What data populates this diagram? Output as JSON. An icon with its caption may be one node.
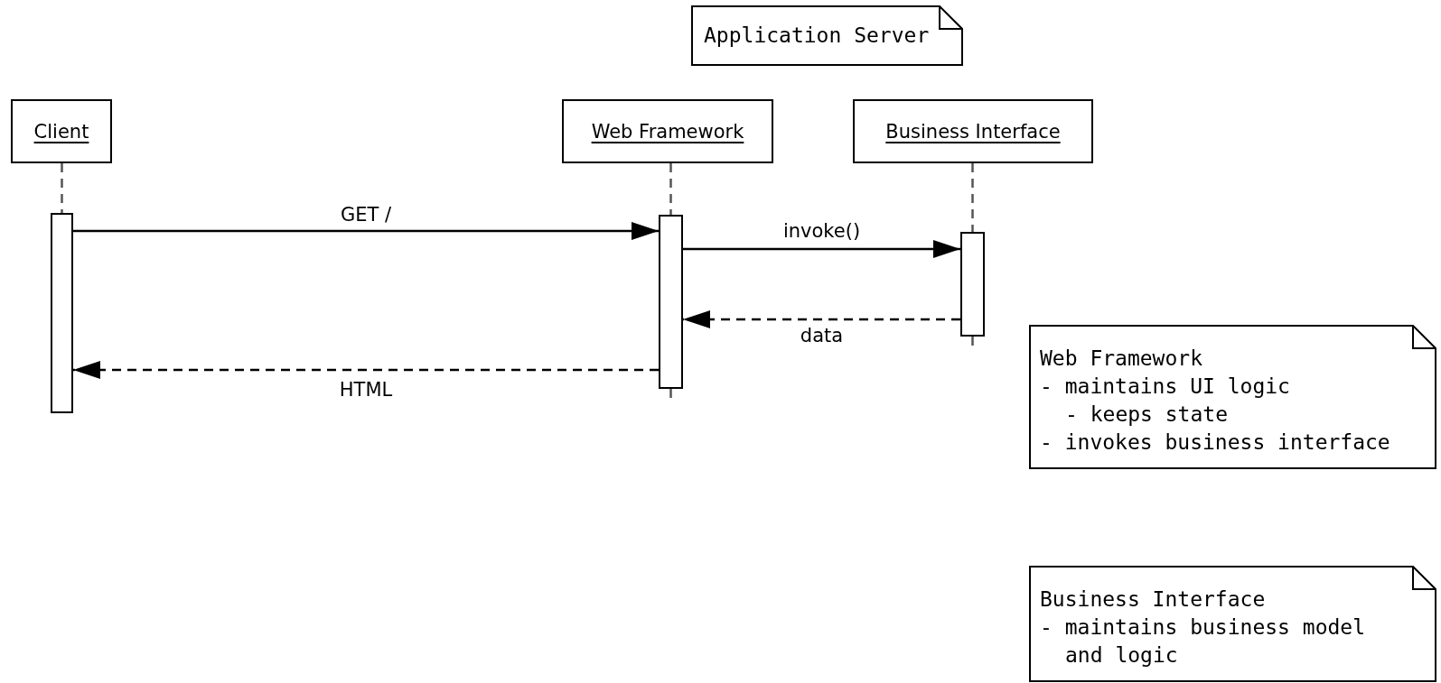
{
  "diagram": {
    "nodes": [
      {
        "text": [
          "Application Server"
        ]
      },
      {
        "text": [
          "Client"
        ]
      },
      {
        "text": [
          "Web Framework"
        ]
      },
      {
        "text": [
          "Business Interface"
        ]
      },
      {
        "text": [],
        "shape": "bar"
      },
      {
        "text": [],
        "shape": "bar"
      },
      {
        "text": [],
        "shape": "bar"
      },
      {
        "text": [
          "Web Framework",
          "- maintains UI logic",
          "- keeps state",
          "- invokes business interface"
        ]
      },
      {
        "text": [
          "Business Interface",
          "- maintains business model and logic"
        ]
      }
    ],
    "edges": [
      {
        "from": 4,
        "to": 5,
        "arrow": "to",
        "label": "GET /"
      },
      {
        "from": 5,
        "to": 6,
        "arrow": "to",
        "label": "invoke()"
      },
      {
        "from": 6,
        "to": 5,
        "arrow": "to",
        "label": "data",
        "style": "dashed"
      },
      {
        "from": 5,
        "to": 4,
        "arrow": "to",
        "label": "HTML",
        "style": "dashed"
      },
      {
        "from": 1,
        "to": 4,
        "arrow": "none",
        "style": "dashed",
        "color": "#555555"
      },
      {
        "from": 2,
        "to": 5,
        "arrow": "none",
        "style": "dashed",
        "color": "#555555"
      },
      {
        "from": 5,
        "to": null,
        "arrow": "none",
        "style": "dashed",
        "color": "#555555"
      },
      {
        "from": 3,
        "to": 6,
        "arrow": "none",
        "style": "dashed",
        "color": "#555555"
      },
      {
        "from": 6,
        "to": null,
        "arrow": "none",
        "style": "dashed",
        "color": "#555555"
      }
    ]
  }
}
